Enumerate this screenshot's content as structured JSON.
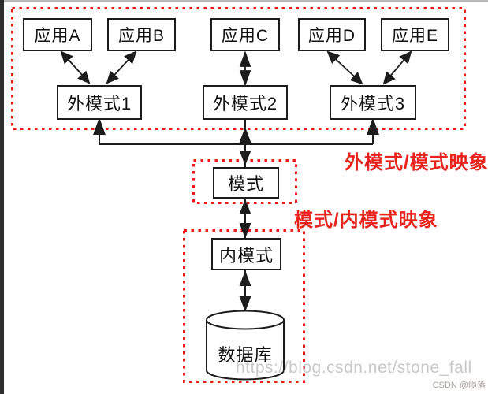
{
  "diagram": {
    "applications": [
      {
        "label": "应用A"
      },
      {
        "label": "应用B"
      },
      {
        "label": "应用C"
      },
      {
        "label": "应用D"
      },
      {
        "label": "应用E"
      }
    ],
    "external_schemas": [
      {
        "label": "外模式1"
      },
      {
        "label": "外模式2"
      },
      {
        "label": "外模式3"
      }
    ],
    "schema": {
      "label": "模式"
    },
    "internal_schema": {
      "label": "内模式"
    },
    "database": {
      "label": "数据库"
    },
    "mappings": [
      {
        "label": "外模式/模式映象"
      },
      {
        "label": "模式/内模式映象"
      }
    ]
  },
  "watermark": {
    "url_text": "https://blog.csdn.net/stone_fall",
    "attribution": "CSDN @陨落"
  },
  "colors": {
    "dotted_border_red": "#ee1b14",
    "mapping_label_red": "#e8231d",
    "line_black": "#1c1c1c"
  }
}
